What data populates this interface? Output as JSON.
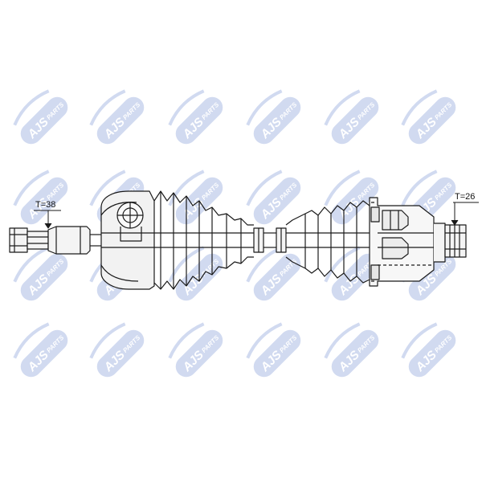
{
  "diagram": {
    "labels": {
      "left_thread": "T=38",
      "right_thread": "T=26"
    },
    "watermark": {
      "brand": "AJS",
      "sub": "PARTS"
    }
  },
  "colors": {
    "line": "#1a1a1a",
    "shade": "#e9e9e9",
    "watermark": "#c9d4ee",
    "watermark_text": "#ffffff"
  }
}
